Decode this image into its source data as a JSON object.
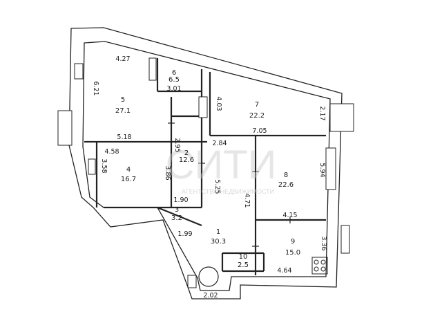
{
  "rooms": [
    {
      "number": "1",
      "area": "30.3"
    },
    {
      "number": "2",
      "area": "12.6"
    },
    {
      "number": "3",
      "area": "3.2"
    },
    {
      "number": "4",
      "area": "16.7"
    },
    {
      "number": "5",
      "area": "27.1"
    },
    {
      "number": "6",
      "area": "6.5"
    },
    {
      "number": "7",
      "area": "22.2"
    },
    {
      "number": "8",
      "area": "22.6"
    },
    {
      "number": "9",
      "area": "15.0"
    },
    {
      "number": "10",
      "area": "2.5"
    }
  ],
  "dimensions": {
    "d427": "4.27",
    "d621": "6.21",
    "d301": "3.01",
    "d403": "4.03",
    "d217": "2.17",
    "d518": "5.18",
    "d705": "7.05",
    "d458": "4.58",
    "d358": "3.58",
    "d295": "2.95",
    "d386": "3.86",
    "d284": "2.84",
    "d525": "5.25",
    "d594": "5.94",
    "d190": "1.90",
    "d471": "4.71",
    "d415": "4.15",
    "d199": "1.99",
    "d336": "3.36",
    "d464": "4.64",
    "d202": "2.02"
  },
  "watermark": {
    "brand": "СИТИ",
    "tagline": "АГЕНТСТВО НЕДВИЖИМОСТИ"
  }
}
